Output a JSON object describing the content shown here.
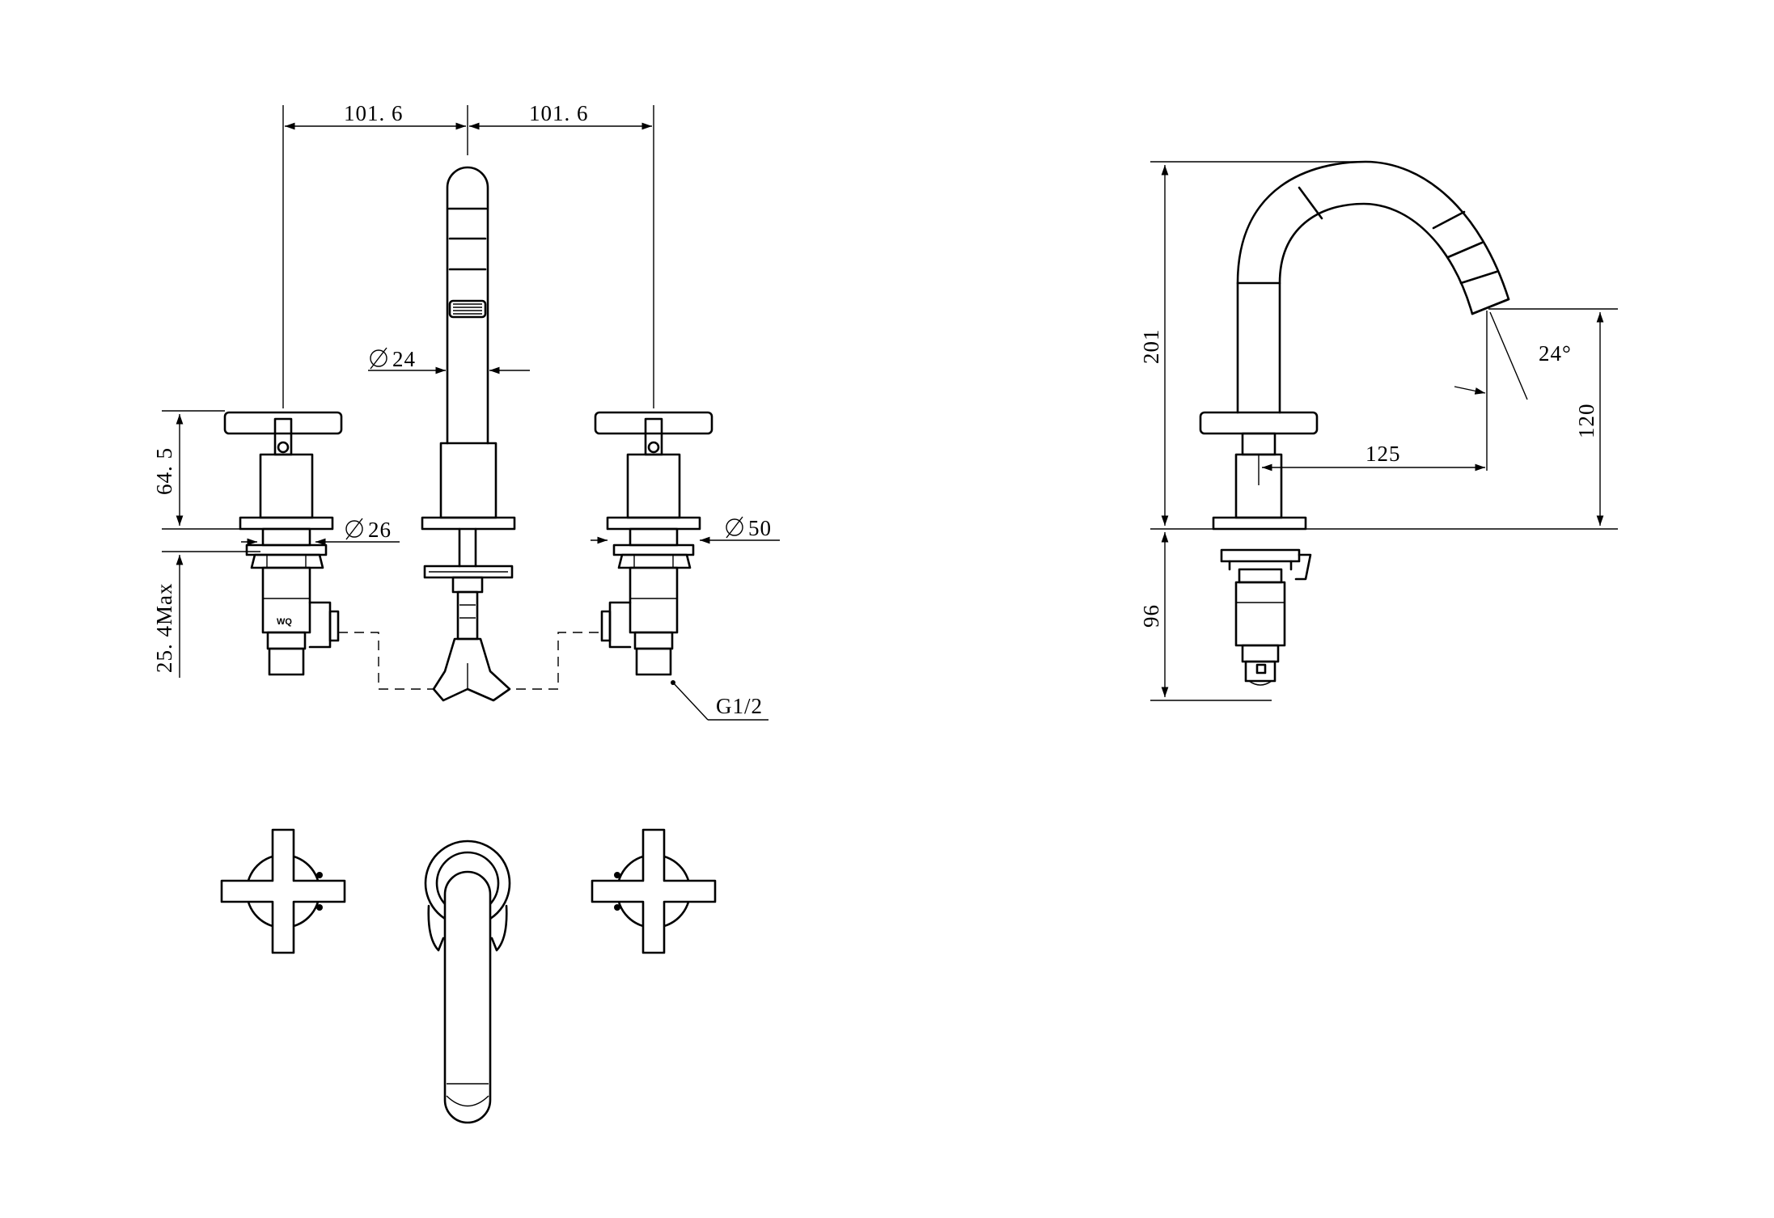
{
  "front_view": {
    "dim_left_spacing": "101. 6",
    "dim_right_spacing": "101. 6",
    "dim_spout_dia": "24",
    "dim_handle_height": "64. 5",
    "dim_base_dia_small": "26",
    "dim_base_dia_large": "50",
    "dim_max_deck": "25. 4Max",
    "label_thread": "G1/2",
    "stamp_text": "WQ",
    "diameter_symbol": "∅"
  },
  "side_view": {
    "dim_total_height": "201",
    "dim_spout_height": "120",
    "dim_reach": "125",
    "dim_angle": "24°",
    "dim_below_deck": "96"
  },
  "top_view": {}
}
